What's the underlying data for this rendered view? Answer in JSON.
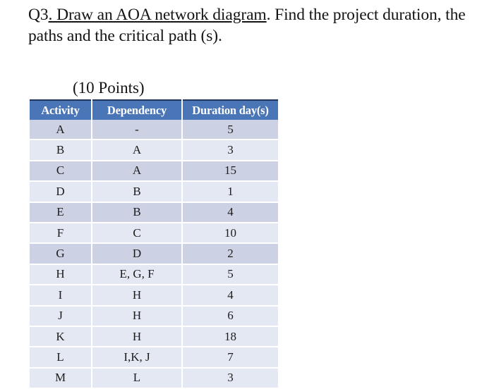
{
  "document": {
    "clipped_top_line": "",
    "question": {
      "prefix": "Q3",
      "underlined": ". Draw an AOA network diagram",
      "suffix": ". Find the project duration, the paths and the critical path (s)."
    },
    "points": "(10 Points)"
  },
  "table": {
    "headers": [
      "Activity",
      "Dependency",
      "Duration day(s)"
    ],
    "rows": [
      {
        "activity": "A",
        "dependency": "-",
        "duration": "5"
      },
      {
        "activity": "B",
        "dependency": "A",
        "duration": "3"
      },
      {
        "activity": "C",
        "dependency": "A",
        "duration": "15"
      },
      {
        "activity": "D",
        "dependency": "B",
        "duration": "1"
      },
      {
        "activity": "E",
        "dependency": "B",
        "duration": "4"
      },
      {
        "activity": "F",
        "dependency": "C",
        "duration": "10"
      },
      {
        "activity": "G",
        "dependency": "D",
        "duration": "2"
      },
      {
        "activity": "H",
        "dependency": "E, G, F",
        "duration": "5"
      },
      {
        "activity": "I",
        "dependency": "H",
        "duration": "4"
      },
      {
        "activity": "J",
        "dependency": "H",
        "duration": "6"
      },
      {
        "activity": "K",
        "dependency": "H",
        "duration": "18"
      },
      {
        "activity": "L",
        "dependency": "I,K, J",
        "duration": "7"
      },
      {
        "activity": "M",
        "dependency": "L",
        "duration": "3"
      }
    ]
  },
  "colors": {
    "header_blue": "#4a76b8",
    "header_top_border": "#22365c",
    "band_dark": "#ccd2e3",
    "band_light": "#e4e8f2",
    "text": "#1c1c1c",
    "page": "#ffffff"
  }
}
